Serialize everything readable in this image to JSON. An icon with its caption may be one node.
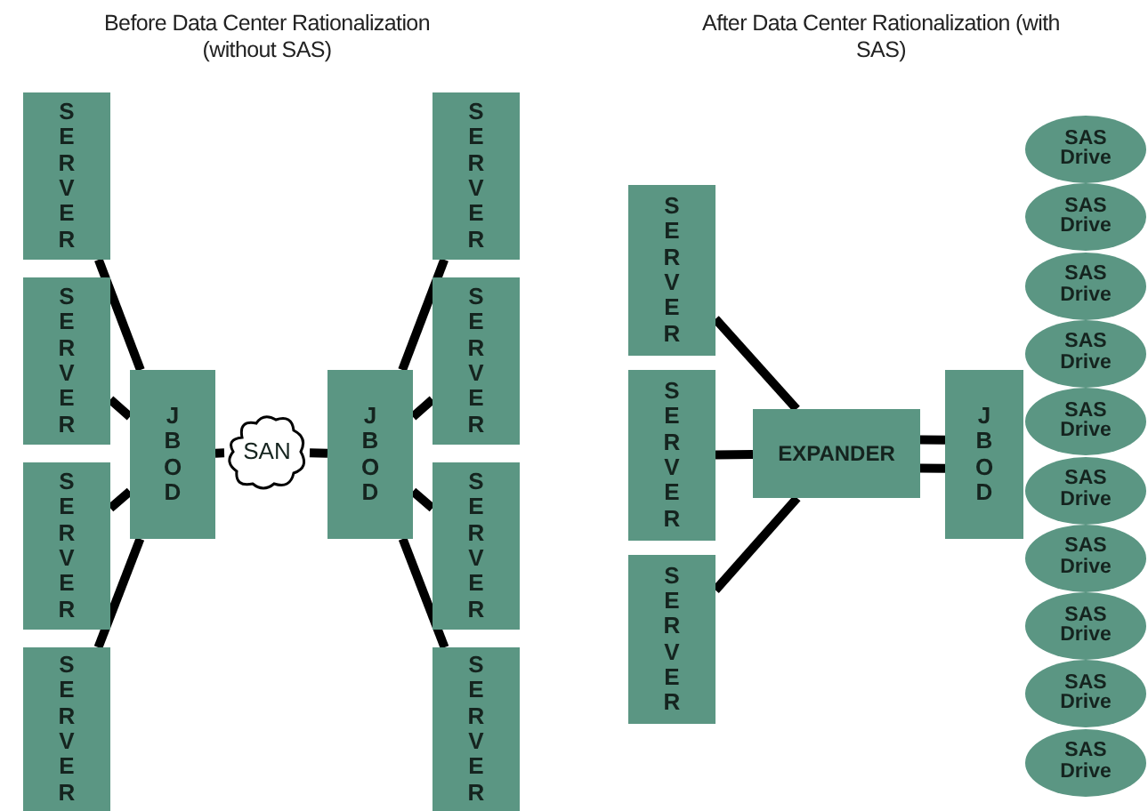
{
  "diagram": {
    "nodes": [
      {
        "text": [
          "SERVER"
        ]
      },
      {
        "text": [
          "SERVER"
        ]
      },
      {
        "text": [
          "SERVER"
        ]
      },
      {
        "text": [
          "SERVER"
        ]
      },
      {
        "text": [
          "JBOD"
        ]
      },
      {
        "text": [
          "SAN"
        ]
      },
      {
        "text": [
          "JBOD"
        ]
      },
      {
        "text": [
          "SERVER"
        ]
      },
      {
        "text": [
          "SERVER"
        ]
      },
      {
        "text": [
          "SERVER"
        ]
      },
      {
        "text": [
          "SERVER"
        ]
      },
      {
        "text": [
          "SERVER"
        ]
      },
      {
        "text": [
          "SERVER"
        ]
      },
      {
        "text": [
          "SERVER"
        ]
      },
      {
        "text": [
          "EXPANDER"
        ]
      },
      {
        "text": [
          "JBOD"
        ]
      },
      {
        "text": [
          "SAS Drive"
        ]
      },
      {
        "text": [
          "SAS Drive"
        ]
      },
      {
        "text": [
          "SAS Drive"
        ]
      },
      {
        "text": [
          "SAS Drive"
        ]
      },
      {
        "text": [
          "SAS Drive"
        ]
      },
      {
        "text": [
          "SAS Drive"
        ]
      },
      {
        "text": [
          "SAS Drive"
        ]
      },
      {
        "text": [
          "SAS Drive"
        ]
      },
      {
        "text": [
          "SAS Drive"
        ]
      },
      {
        "text": [
          "SAS Drive"
        ]
      }
    ],
    "edges": [
      {
        "from": 0,
        "to": 4,
        "arrow": "none"
      },
      {
        "from": 1,
        "to": 4,
        "arrow": "none"
      },
      {
        "from": 2,
        "to": 4,
        "arrow": "none"
      },
      {
        "from": 3,
        "to": 4,
        "arrow": "none"
      },
      {
        "from": 4,
        "to": 5,
        "arrow": "none"
      },
      {
        "from": 5,
        "to": 6,
        "arrow": "none"
      },
      {
        "from": 6,
        "to": 7,
        "arrow": "none"
      },
      {
        "from": 6,
        "to": 8,
        "arrow": "none"
      },
      {
        "from": 6,
        "to": 9,
        "arrow": "none"
      },
      {
        "from": 6,
        "to": 10,
        "arrow": "none"
      },
      {
        "from": 11,
        "to": 14,
        "arrow": "none"
      },
      {
        "from": 12,
        "to": 14,
        "arrow": "none"
      },
      {
        "from": 13,
        "to": 14,
        "arrow": "none"
      },
      {
        "from": 14,
        "to": 15,
        "arrow": "none"
      },
      {
        "from": 14,
        "to": 15,
        "arrow": "none"
      }
    ],
    "labels": [
      "Before Data Center Rationalization (without SAS)",
      "After Data Center Rationalization (with SAS)"
    ]
  }
}
